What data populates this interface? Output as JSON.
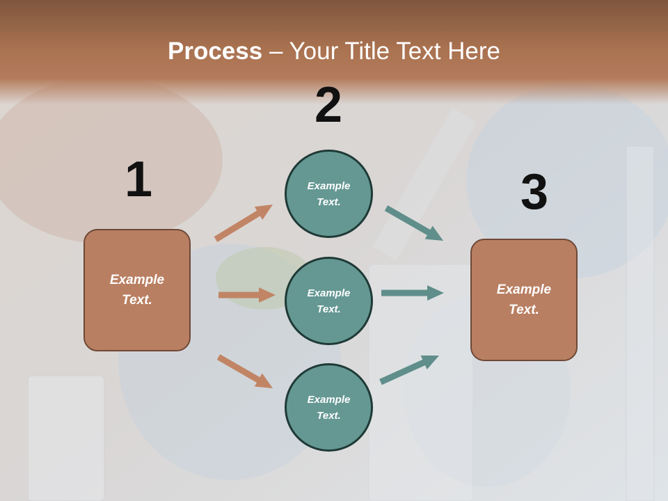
{
  "slide": {
    "title_bold": "Process",
    "title_rest": " – Your Title Text Here"
  },
  "steps": {
    "one": {
      "number": "1",
      "text": "Example Text."
    },
    "two": {
      "number": "2"
    },
    "three": {
      "number": "3",
      "text": "Example Text."
    }
  },
  "circles": [
    {
      "text": "Example Text."
    },
    {
      "text": "Example Text."
    },
    {
      "text": "Example Text."
    }
  ],
  "colors": {
    "box_fill": "#b97f62",
    "circle_fill": "#659893",
    "arrow_orange": "#c18565",
    "arrow_teal": "#5f8e8b",
    "title_band": "#a8714f"
  }
}
